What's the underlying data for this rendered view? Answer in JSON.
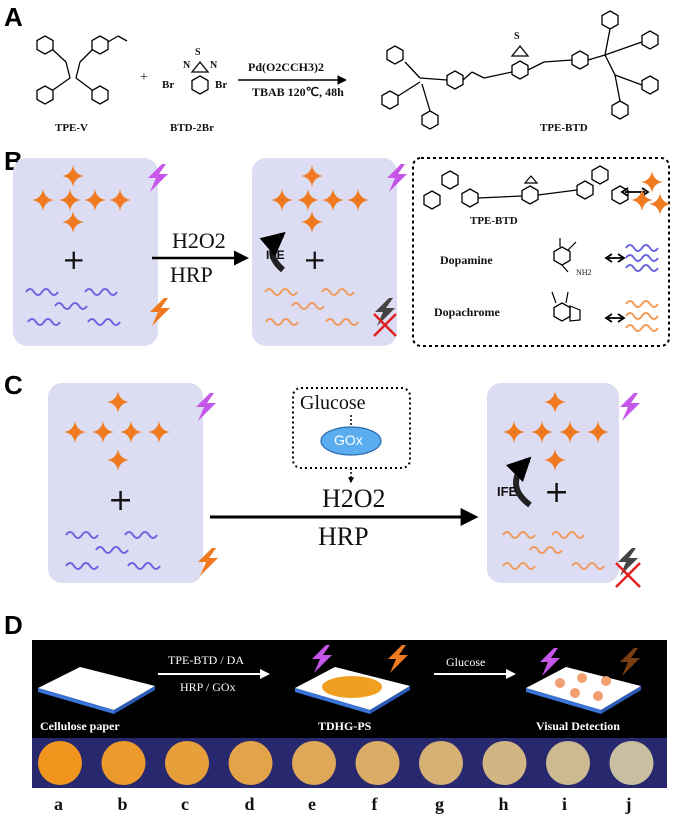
{
  "panels": {
    "a": "A",
    "b": "B",
    "c": "C",
    "d": "D"
  },
  "panel_a": {
    "reactant1": "TPE-V",
    "reactant2": "BTD-2Br",
    "plus": "+",
    "catalyst": "Pd(O2CCH3)2",
    "conditions": "TBAB  120℃, 48h",
    "product": "TPE-BTD",
    "atom_s": "S",
    "atom_n": "N",
    "atom_br": "Br",
    "atom_nh2": "NH2"
  },
  "panel_b": {
    "reagent_top": "H2O2",
    "reagent_bottom": "HRP",
    "ife": "IFE",
    "plus": "+",
    "legend": [
      {
        "name": "TPE-BTD"
      },
      {
        "name": "Dopamine"
      },
      {
        "name": "Dopachrome"
      }
    ]
  },
  "panel_c": {
    "glucose": "Glucose",
    "gox": "GOx",
    "reagent_top": "H2O2",
    "reagent_bottom": "HRP",
    "ife": "IFE",
    "plus": "+"
  },
  "panel_d": {
    "step1_top": "TPE-BTD / DA",
    "step1_bottom": "HRP  / GOx",
    "step2": "Glucose",
    "caption_left": "Cellulose paper",
    "caption_mid": "TDHG-PS",
    "caption_right": "Visual Detection",
    "samples": [
      "a",
      "b",
      "c",
      "d",
      "e",
      "f",
      "g",
      "h",
      "i",
      "j"
    ]
  },
  "colors": {
    "box_fill": "#dcdcf3",
    "star": "#f07a20",
    "dopamine": "#6a64e0",
    "dopachrome": "#f09a5a",
    "excitation": "#c656e8",
    "emission": "#f07a20",
    "strip_bg": "#28286e",
    "black_bar": "#000000"
  }
}
